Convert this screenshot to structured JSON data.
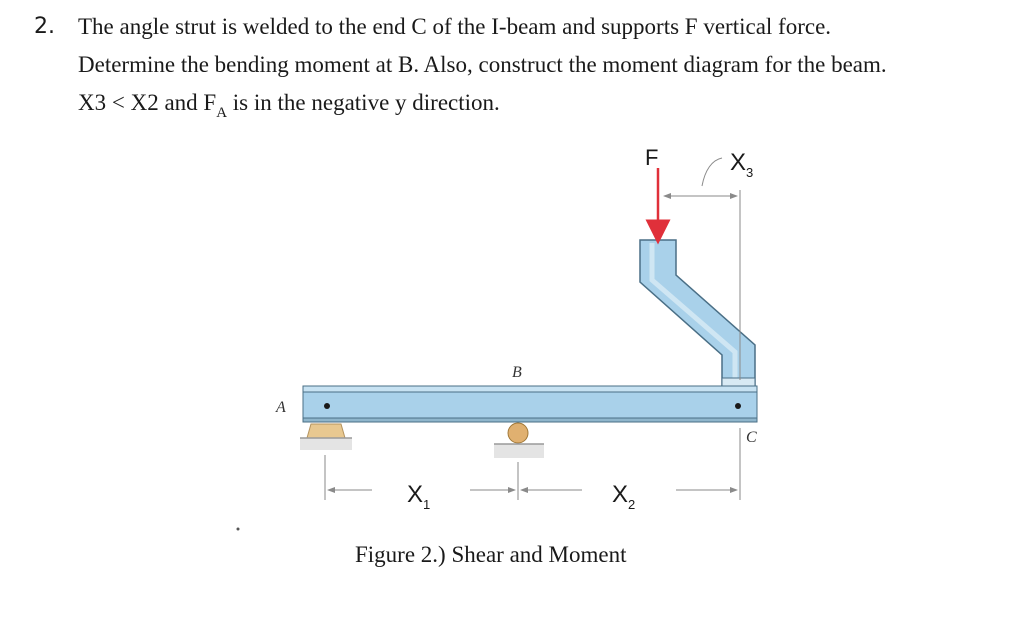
{
  "problem": {
    "number": "2.",
    "line1": "The angle strut is welded to the end C of the I-beam and supports F vertical force.",
    "line2": "Determine the bending moment at B. Also, construct the moment diagram for the beam.",
    "line3_part1": "X3 < X2 and F",
    "line3_sub": "A",
    "line3_part2": " is in the negative y direction."
  },
  "figure": {
    "labels": {
      "force": "F",
      "point_a": "A",
      "point_b": "B",
      "point_c": "C",
      "x1": "X",
      "x1_sub": "1",
      "x2": "X",
      "x2_sub": "2",
      "x3": "X",
      "x3_sub": "3"
    },
    "colors": {
      "beam_fill": "#a9d1ea",
      "beam_stroke": "#4a6f86",
      "force_arrow": "#e0303a",
      "support_pin": "#e8c890",
      "roller": "#e0b070",
      "dimension": "#8a8a8a"
    },
    "caption": "Figure 2.) Shear and Moment"
  }
}
